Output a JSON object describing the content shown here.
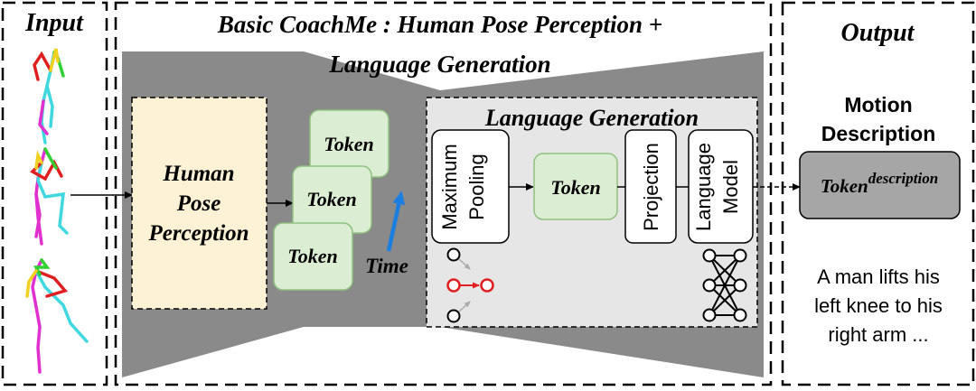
{
  "input": {
    "label": "Input"
  },
  "main": {
    "title_line1": "Basic CoachMe : Human Pose Perception +",
    "title_line2": "Language Generation"
  },
  "perception": {
    "line1": "Human",
    "line2": "Pose",
    "line3": "Perception"
  },
  "tokens": {
    "label": "Token"
  },
  "time": {
    "label": "Time"
  },
  "language_generation": {
    "title": "Language Generation",
    "max_pool_line1": "Maximum",
    "max_pool_line2": "Pooling",
    "token": "Token",
    "projection": "Projection",
    "lm_line1": "Language",
    "lm_line2": "Model"
  },
  "output": {
    "label": "Output",
    "motion_line1": "Motion",
    "motion_line2": "Description",
    "token_base": "Token",
    "token_sup": "description",
    "sentence_line1": "A man lifts his",
    "sentence_line2": "left knee to his",
    "sentence_line3": "right arm ..."
  },
  "colors": {
    "panel_gray": "#8a8a8a",
    "lang_bg": "#e6e6e6",
    "perception_fill": "#fdf1d6",
    "token_fill": "#dbeed4",
    "token_stroke": "#90c080",
    "time_arrow": "#1a7fe0",
    "output_box": "#a6a6a6",
    "pool_highlight": "#e02020"
  }
}
